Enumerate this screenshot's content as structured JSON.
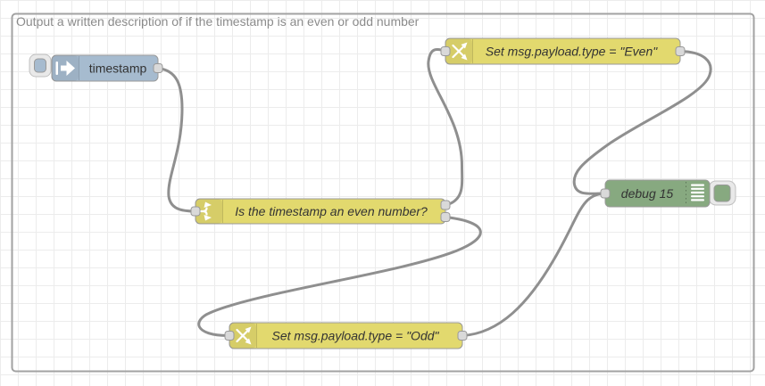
{
  "workspace": {
    "grid_size": 20
  },
  "group": {
    "label": "Output a written description of if the timestamp is an even or odd number"
  },
  "nodes": {
    "inject": {
      "type": "inject",
      "label": "timestamp"
    },
    "switch": {
      "type": "switch",
      "label": "Is the timestamp an even number?",
      "outputs": 2
    },
    "change_even": {
      "type": "change",
      "label": "Set msg.payload.type = \"Even\""
    },
    "change_odd": {
      "type": "change",
      "label": "Set msg.payload.type = \"Odd\""
    },
    "debug": {
      "type": "debug",
      "label": "debug 15"
    }
  },
  "colors": {
    "inject": "#a6bbcf",
    "rule_yellow": "#e2d96e",
    "debug_green": "#87a980",
    "wire": "#8f8f8f",
    "port": "#d9d9d9",
    "node_border": "#999999",
    "group_border": "#a2a2a2",
    "group_label": "#8b8b8b",
    "label_text": "#333333"
  }
}
